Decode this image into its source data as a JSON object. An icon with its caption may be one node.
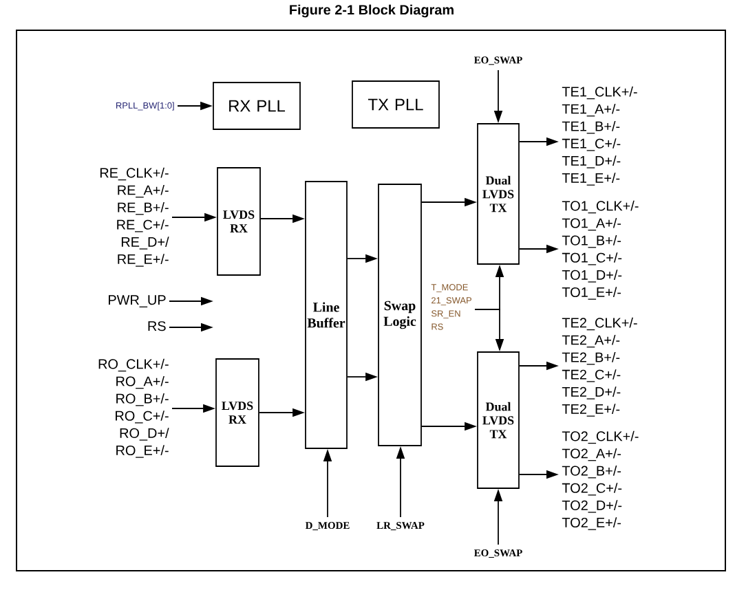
{
  "diagram": {
    "title": "Figure 2-1  Block Diagram",
    "nodes": [
      {
        "text": [
          "RX PLL"
        ]
      },
      {
        "text": [
          "TX PLL"
        ]
      },
      {
        "text": [
          "LVDS RX"
        ]
      },
      {
        "text": [
          "LVDS RX"
        ]
      },
      {
        "text": [
          "Line Buffer"
        ]
      },
      {
        "text": [
          "Swap Logic"
        ]
      },
      {
        "text": [
          "Dual LVDS TX"
        ]
      },
      {
        "text": [
          "Dual LVDS TX"
        ]
      },
      {
        "text": [
          "RPLL_BW[1:0]"
        ]
      },
      {
        "text": [
          "RE_CLK+/-",
          "RE_A+/-",
          "RE_B+/-",
          "RE_C+/-",
          "RE_D+/",
          "RE_E+/-"
        ]
      },
      {
        "text": [
          "PWR_UP"
        ]
      },
      {
        "text": [
          "RS"
        ]
      },
      {
        "text": [
          "RO_CLK+/-",
          "RO_A+/-",
          "RO_B+/-",
          "RO_C+/-",
          "RO_D+/",
          "RO_E+/-"
        ]
      },
      {
        "text": [
          "D_MODE"
        ]
      },
      {
        "text": [
          "LR_SWAP"
        ]
      },
      {
        "text": [
          "EO_SWAP"
        ]
      },
      {
        "text": [
          "EO_SWAP"
        ]
      },
      {
        "text": [
          "TE1_CLK+/-",
          "TE1_A+/-",
          "TE1_B+/-",
          "TE1_C+/-",
          "TE1_D+/-",
          "TE1_E+/-"
        ]
      },
      {
        "text": [
          "TO1_CLK+/-",
          "TO1_A+/-",
          "TO1_B+/-",
          "TO1_C+/-",
          "TO1_D+/-",
          "TO1_E+/-"
        ]
      },
      {
        "text": [
          "TE2_CLK+/-",
          "TE2_A+/-",
          "TE2_B+/-",
          "TE2_C+/-",
          "TE2_D+/-",
          "TE2_E+/-"
        ]
      },
      {
        "text": [
          "TO2_CLK+/-",
          "TO2_A+/-",
          "TO2_B+/-",
          "TO2_C+/-",
          "TO2_D+/-",
          "TO2_E+/-"
        ]
      },
      {
        "text": [
          "T_MODE",
          "21_SWAP",
          "SR_EN",
          "RS"
        ]
      }
    ],
    "edges": [
      {
        "from": 8,
        "to": 0,
        "arrow": "to"
      },
      {
        "from": 9,
        "to": 2,
        "arrow": "to"
      },
      {
        "from": 2,
        "to": 4,
        "arrow": "to"
      },
      {
        "from": 12,
        "to": 3,
        "arrow": "to"
      },
      {
        "from": 3,
        "to": 4,
        "arrow": "to"
      },
      {
        "from": 4,
        "to": 5,
        "arrow": "to"
      },
      {
        "from": 4,
        "to": 5,
        "arrow": "to"
      },
      {
        "from": 5,
        "to": 6,
        "arrow": "to"
      },
      {
        "from": 5,
        "to": 7,
        "arrow": "to"
      },
      {
        "from": 6,
        "to": 17,
        "arrow": "to"
      },
      {
        "from": 6,
        "to": 18,
        "arrow": "to"
      },
      {
        "from": 7,
        "to": 19,
        "arrow": "to"
      },
      {
        "from": 7,
        "to": 20,
        "arrow": "to"
      },
      {
        "from": 10,
        "to": null,
        "arrow": "to"
      },
      {
        "from": 11,
        "to": null,
        "arrow": "to"
      },
      {
        "from": 13,
        "to": 4,
        "arrow": "to"
      },
      {
        "from": 14,
        "to": 5,
        "arrow": "to"
      },
      {
        "from": 15,
        "to": 6,
        "arrow": "to"
      },
      {
        "from": 16,
        "to": 7,
        "arrow": "to"
      },
      {
        "from": 21,
        "to": 6,
        "arrow": "to"
      },
      {
        "from": 21,
        "to": 7,
        "arrow": "to"
      }
    ]
  }
}
